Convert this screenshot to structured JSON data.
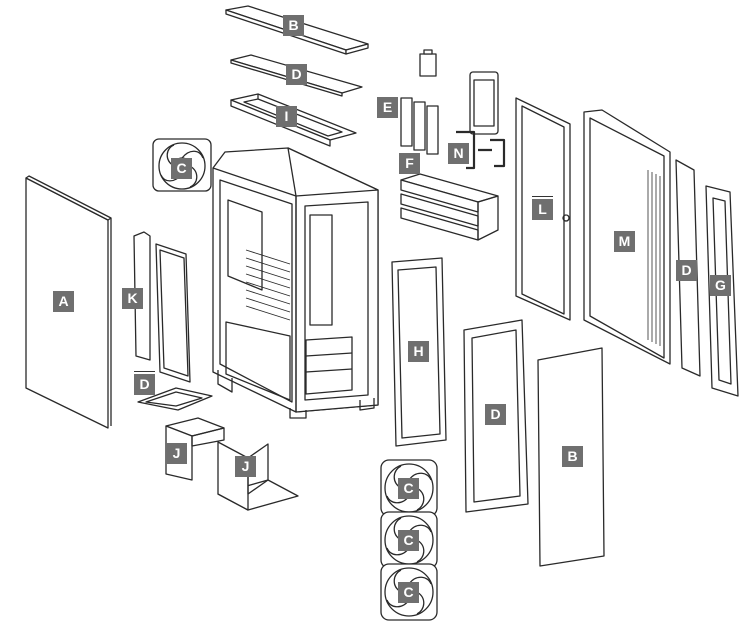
{
  "colors": {
    "stroke": "#2a2a2a",
    "callout_bg": "#6f6f6f",
    "callout_text": "#ffffff",
    "background": "#ffffff"
  },
  "callouts": {
    "top_panel": "B",
    "top_filter": "D",
    "top_bracket": "I",
    "rear_fan": "C",
    "ssd_trays": "E",
    "hdd_cage": "F",
    "gpu_bracket": "N",
    "left_glass": "L",
    "right_panel": "M",
    "side_filter": "D",
    "side_frame": "G",
    "left_glass_panel": "A",
    "cable_cover": "K",
    "psu_filter": "D",
    "psu_shroud_left": "J",
    "psu_shroud_right": "J",
    "front_fan_mount": "H",
    "front_filter": "D",
    "front_panel": "B",
    "front_fan_1": "C",
    "front_fan_2": "C",
    "front_fan_3": "C"
  }
}
